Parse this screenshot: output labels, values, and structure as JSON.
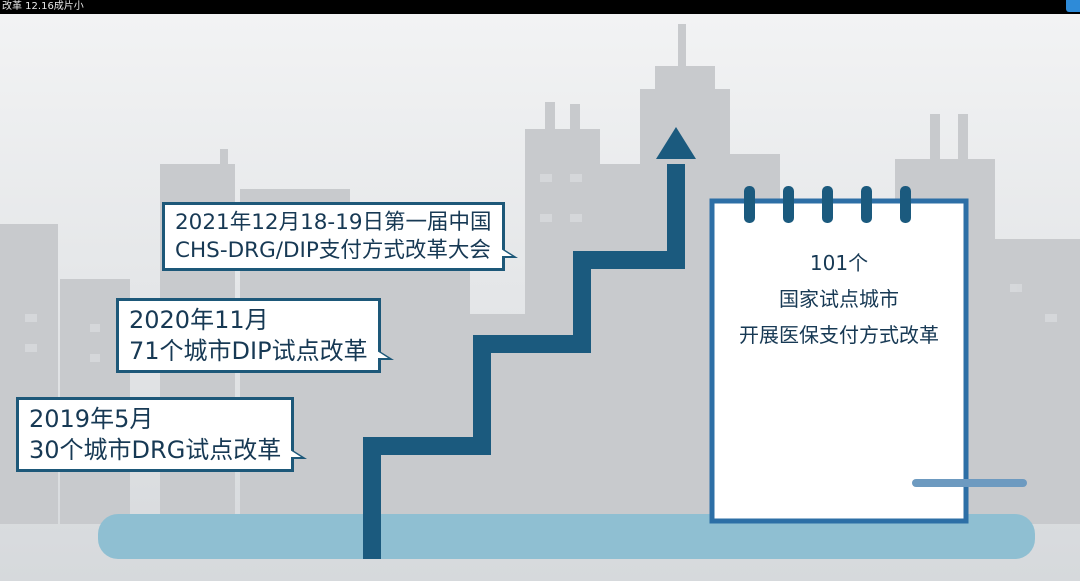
{
  "window": {
    "title": "改革 12.16成片小"
  },
  "milestones": [
    {
      "line1": "2021年12月18-19日第一届中国",
      "line2": "CHS-DRG/DIP支付方式改革大会"
    },
    {
      "line1": "2020年11月",
      "line2": "71个城市DIP试点改革"
    },
    {
      "line1": "2019年5月",
      "line2": "30个城市DRG试点改革"
    }
  ],
  "notepad": {
    "lines": [
      "101个",
      "国家试点城市",
      "开展医保支付方式改革"
    ]
  },
  "colors": {
    "stair_blue": "#1b5a7e",
    "ground_blue": "#8fbfd2",
    "notepad_border": "#2d6fa6",
    "building_gray": "#c7c9cc"
  },
  "icons": {
    "arrow": "arrow-up-icon",
    "notepad": "notepad-icon"
  }
}
